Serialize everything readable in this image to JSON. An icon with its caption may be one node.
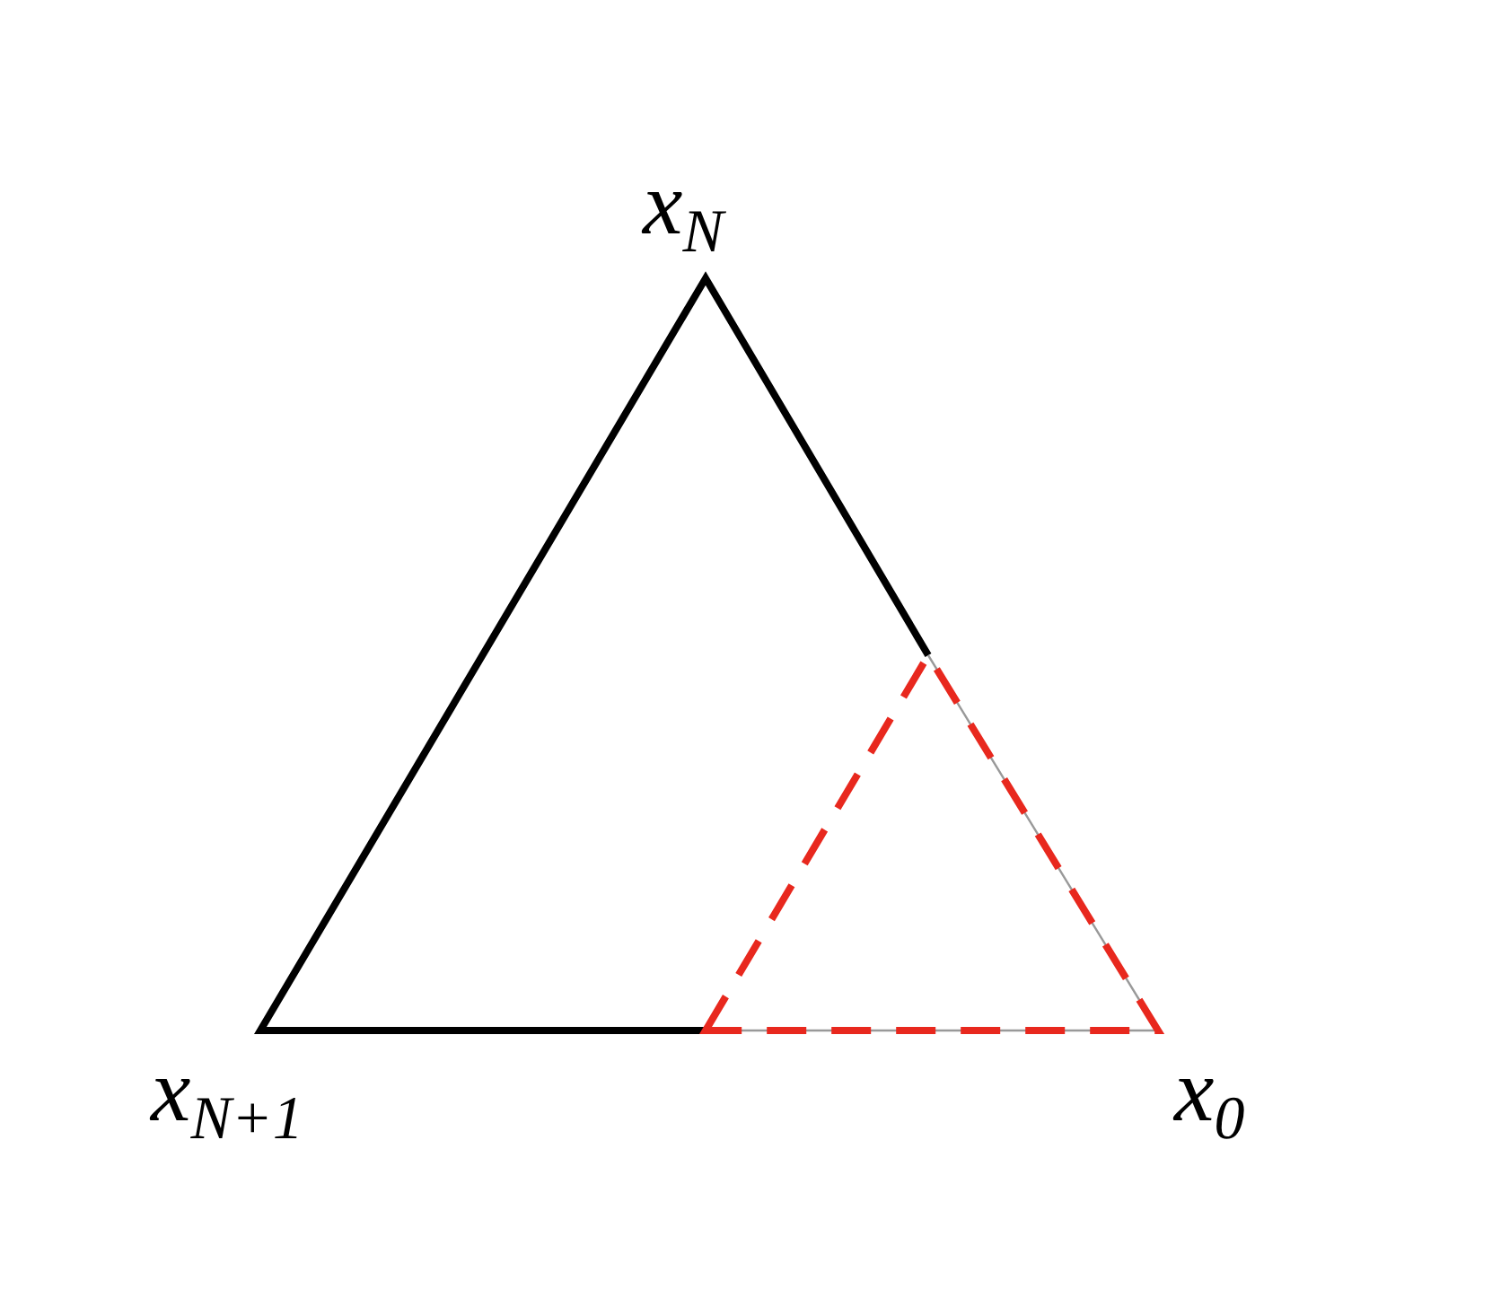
{
  "diagram": {
    "labels": [
      "x$_{N}$",
      "x$_{N+1}$",
      "x$_{0}$"
    ]
  }
}
